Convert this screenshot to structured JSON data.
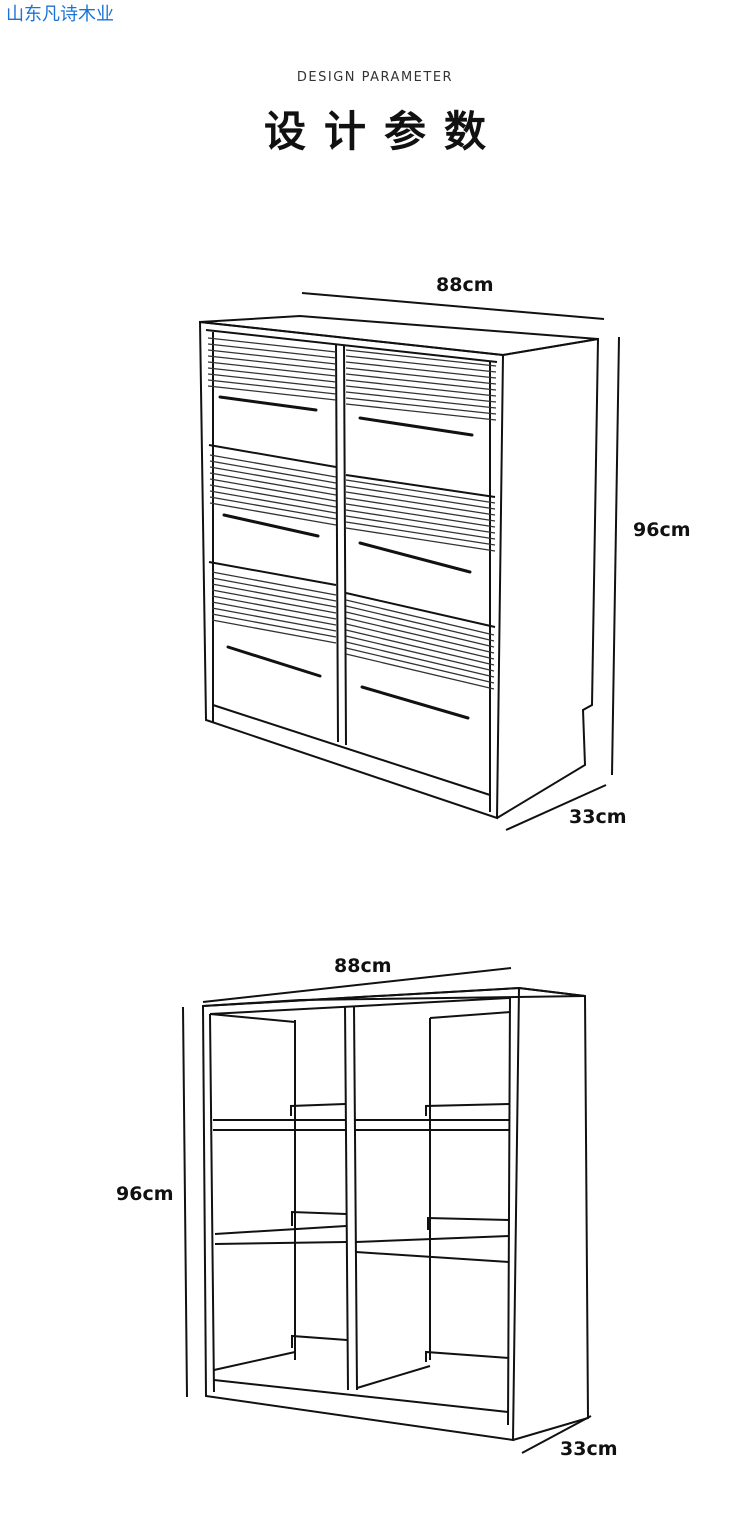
{
  "watermark": "山东凡诗木业",
  "header": {
    "subtitle": "DESIGN PARAMETER",
    "title": "设计参数"
  },
  "figure1": {
    "width_label": "88cm",
    "height_label": "96cm",
    "depth_label": "33cm"
  },
  "figure2": {
    "width_label": "88cm",
    "height_label": "96cm",
    "depth_label": "33cm"
  }
}
